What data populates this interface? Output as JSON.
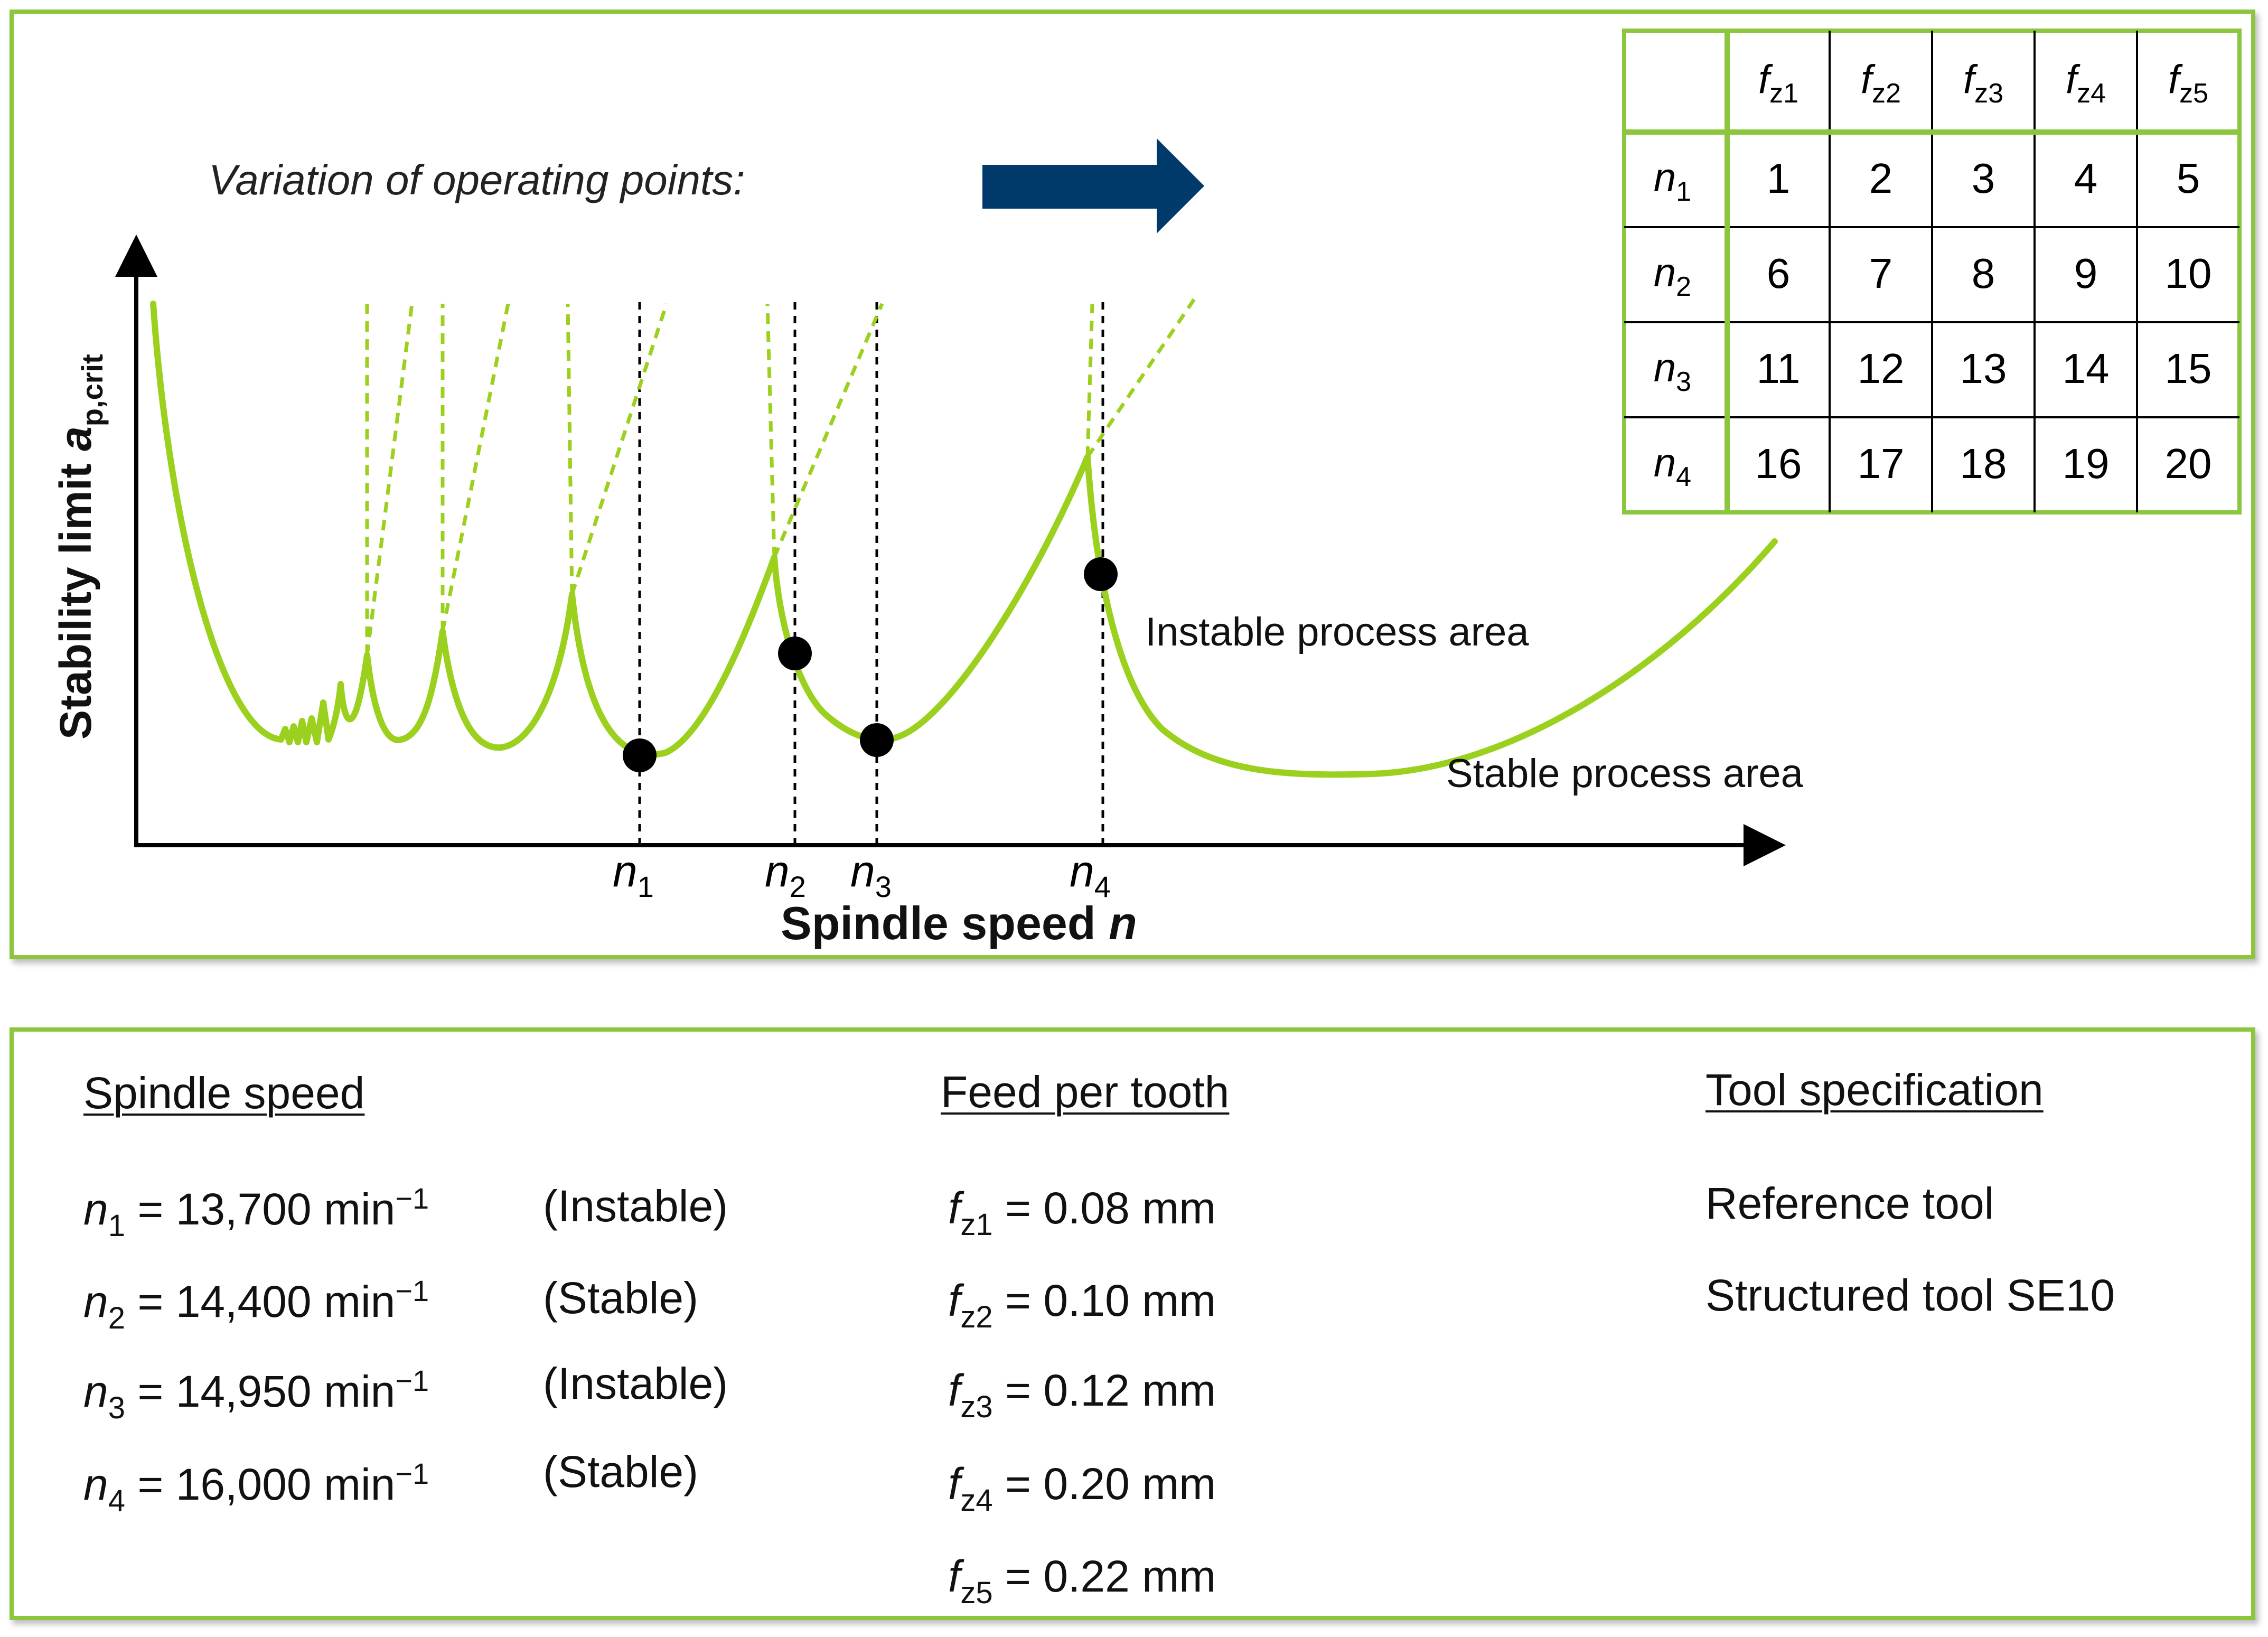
{
  "chart": {
    "title": "Variation of operating points:",
    "y_axis_label": "Stability limit ",
    "y_axis_symbol": "a",
    "y_axis_subscript": "p,crit",
    "x_axis_label": "Spindle speed ",
    "x_axis_symbol": "n",
    "curve_color": "#9bd11e",
    "arrow_color": "#003a6b",
    "x_markers": [
      {
        "label": "n",
        "sub": "1"
      },
      {
        "label": "n",
        "sub": "2"
      },
      {
        "label": "n",
        "sub": "3"
      },
      {
        "label": "n",
        "sub": "4"
      }
    ],
    "annotations": {
      "instable": "Instable process area",
      "stable": "Stable process area"
    }
  },
  "matrix": {
    "col_symbol": "f",
    "col_subs": [
      "z1",
      "z2",
      "z3",
      "z4",
      "z5"
    ],
    "row_symbol": "n",
    "row_subs": [
      "1",
      "2",
      "3",
      "4"
    ],
    "cells": [
      [
        "1",
        "2",
        "3",
        "4",
        "5"
      ],
      [
        "6",
        "7",
        "8",
        "9",
        "10"
      ],
      [
        "11",
        "12",
        "13",
        "14",
        "15"
      ],
      [
        "16",
        "17",
        "18",
        "19",
        "20"
      ]
    ]
  },
  "legend": {
    "spindle_heading": "Spindle speed",
    "spindle_speeds": [
      {
        "sym": "n",
        "sub": "1",
        "value": " = 13,700 min",
        "exp": "−1",
        "state": "(Instable)"
      },
      {
        "sym": "n",
        "sub": "2",
        "value": " = 14,400 min",
        "exp": "−1",
        "state": "(Stable)"
      },
      {
        "sym": "n",
        "sub": "3",
        "value": " = 14,950 min",
        "exp": "−1",
        "state": "(Instable)"
      },
      {
        "sym": "n",
        "sub": "4",
        "value": " = 16,000 min",
        "exp": "−1",
        "state": "(Stable)"
      }
    ],
    "feed_heading": "Feed per tooth",
    "feeds": [
      {
        "sym": "f",
        "sub": "z1",
        "value": " = 0.08 mm"
      },
      {
        "sym": "f",
        "sub": "z2",
        "value": " = 0.10 mm"
      },
      {
        "sym": "f",
        "sub": "z3",
        "value": " = 0.12 mm"
      },
      {
        "sym": "f",
        "sub": "z4",
        "value": " = 0.20 mm"
      },
      {
        "sym": "f",
        "sub": "z5",
        "value": " = 0.22 mm"
      }
    ],
    "tool_heading": "Tool specification",
    "tools": [
      "Reference tool",
      "Structured tool SE10"
    ]
  }
}
